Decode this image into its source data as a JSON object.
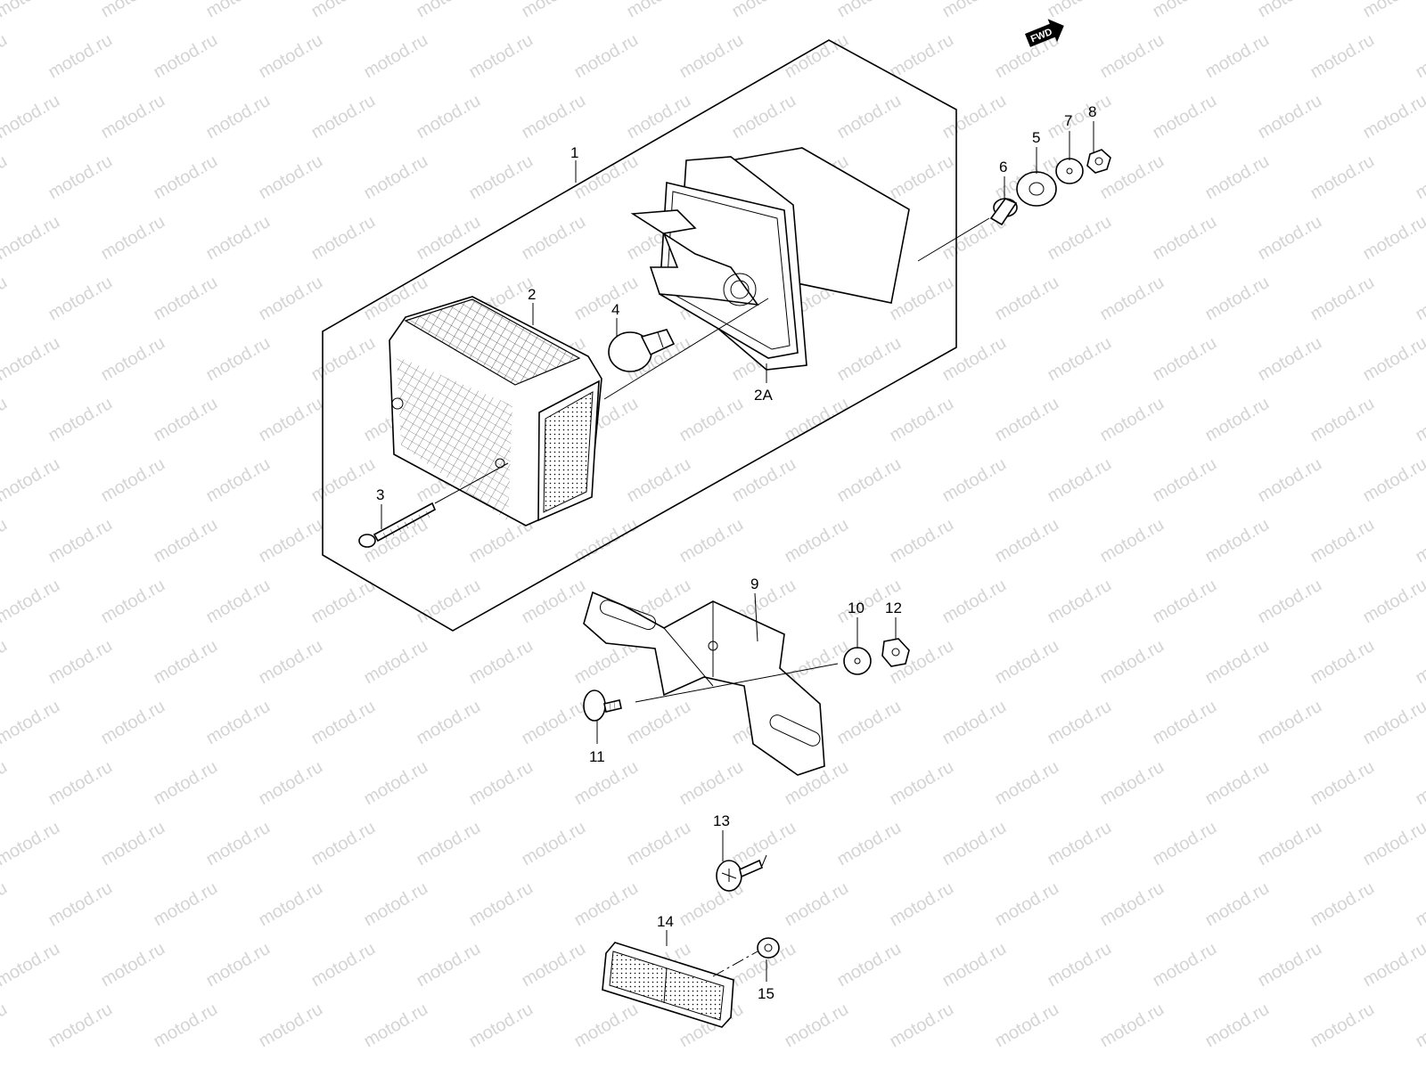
{
  "watermark": "motod.ru",
  "fwd_badge": "FWD",
  "callouts": [
    {
      "id": "1",
      "text": "1"
    },
    {
      "id": "2",
      "text": "2"
    },
    {
      "id": "2A",
      "text": "2A"
    },
    {
      "id": "3",
      "text": "3"
    },
    {
      "id": "4",
      "text": "4"
    },
    {
      "id": "5",
      "text": "5"
    },
    {
      "id": "6",
      "text": "6"
    },
    {
      "id": "7",
      "text": "7"
    },
    {
      "id": "8",
      "text": "8"
    },
    {
      "id": "9",
      "text": "9"
    },
    {
      "id": "10",
      "text": "10"
    },
    {
      "id": "11",
      "text": "11"
    },
    {
      "id": "12",
      "text": "12"
    },
    {
      "id": "13",
      "text": "13"
    },
    {
      "id": "14",
      "text": "14"
    },
    {
      "id": "15",
      "text": "15"
    }
  ]
}
